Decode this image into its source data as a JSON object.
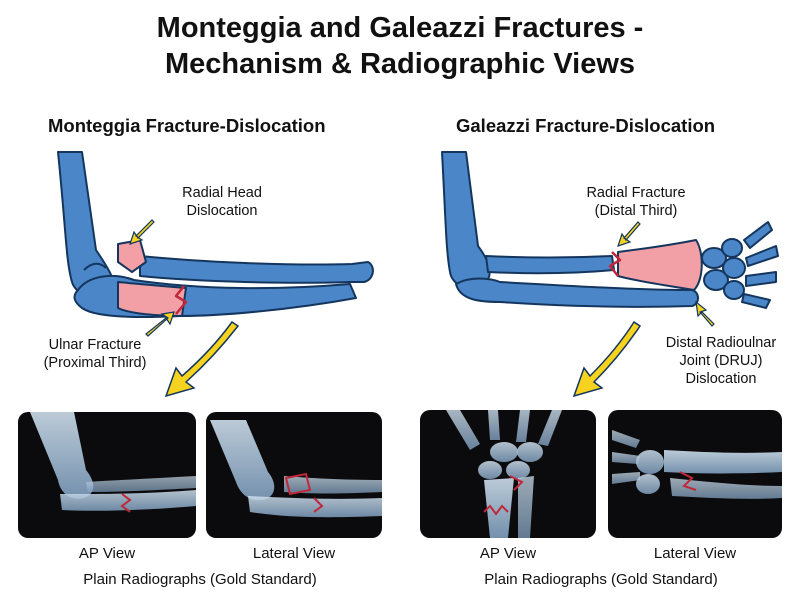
{
  "title": {
    "line1": "Monteggia and Galeazzi Fractures -",
    "line2": "Mechanism & Radiographic Views"
  },
  "monteggia": {
    "heading": "Monteggia Fracture-Dislocation",
    "label_radial_head": [
      "Radial Head",
      "Dislocation"
    ],
    "label_ulnar_fracture": [
      "Ulnar Fracture",
      "(Proximal Third)"
    ],
    "view_ap": "AP View",
    "view_lateral": "Lateral View",
    "caption": "Plain Radiographs (Gold Standard)"
  },
  "galeazzi": {
    "heading": "Galeazzi Fracture-Dislocation",
    "label_radial_fracture": [
      "Radial Fracture",
      "(Distal Third)"
    ],
    "label_druj": [
      "Distal Radioulnar",
      "Joint (DRUJ)",
      "Dislocation"
    ],
    "view_ap": "AP View",
    "view_lateral": "Lateral View",
    "caption": "Plain Radiographs (Gold Standard)"
  },
  "colors": {
    "bone": "#4a86c8",
    "bone_outline": "#14365e",
    "fracture": "#f2a0a6",
    "fracture_line": "#c0283a",
    "arrow": "#f5d31f",
    "xray_bg": "#0b0b0d",
    "xray_bone": "#a9c4dc"
  }
}
